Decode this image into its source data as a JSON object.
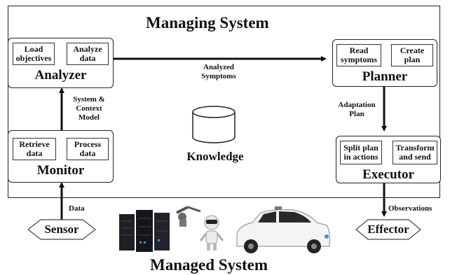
{
  "diagram": {
    "managing_title": "Managing System",
    "managed_title": "Managed System",
    "knowledge": "Knowledge",
    "analyzer": {
      "title": "Analyzer",
      "box1": "Load\nobjectives",
      "box2": "Analyze\ndata"
    },
    "planner": {
      "title": "Planner",
      "box1": "Read\nsymptoms",
      "box2": "Create\nplan"
    },
    "monitor": {
      "title": "Monitor",
      "box1": "Retrieve\ndata",
      "box2": "Process\ndata"
    },
    "executor": {
      "title": "Executor",
      "box1": "Split plan\nin actions",
      "box2": "Transform\nand send"
    },
    "edges": {
      "analyzed_symptoms": "Analyzed\nSymptoms",
      "system_context_model": "System &\nContext\nModel",
      "adaptation_plan": "Adaptation\nPlan",
      "data": "Data",
      "observations": "Observations"
    },
    "sensor": "Sensor",
    "effector": "Effector"
  },
  "colors": {
    "line": "#111111",
    "car_accent": "#4a90c2",
    "server_light": "#3a8ee6"
  }
}
